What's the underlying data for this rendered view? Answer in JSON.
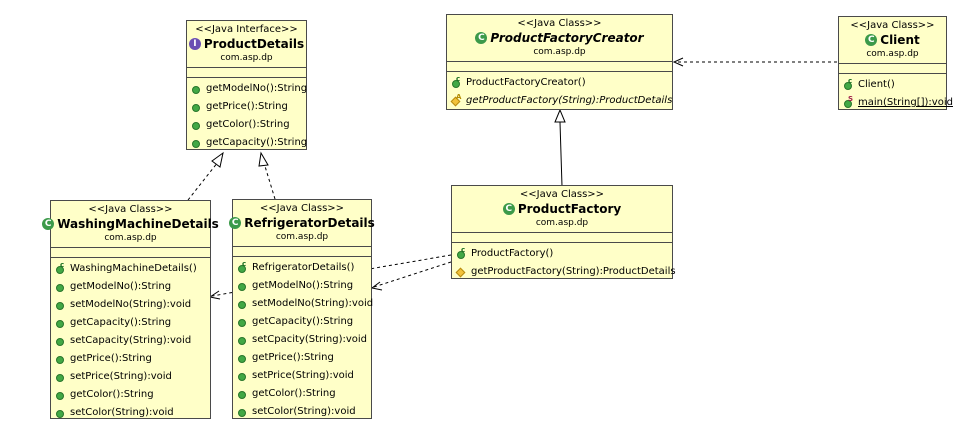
{
  "colors": {
    "box_fill": "#ffffc8",
    "border": "#4a4a4a",
    "edge": "#000000"
  },
  "classes": {
    "product_details": {
      "stereotype": "<<Java Interface>>",
      "badge": "I",
      "icon": "interface-icon",
      "name": "ProductDetails",
      "package": "com.asp.dp",
      "operations": [
        {
          "text": "getModelNo():String",
          "icon": "public-method-icon"
        },
        {
          "text": "getPrice():String",
          "icon": "public-method-icon"
        },
        {
          "text": "getColor():String",
          "icon": "public-method-icon"
        },
        {
          "text": "getCapacity():String",
          "icon": "public-method-icon"
        }
      ]
    },
    "product_factory_creator": {
      "stereotype": "<<Java Class>>",
      "badge": "C",
      "icon": "abstract-class-icon",
      "name": "ProductFactoryCreator",
      "package": "com.asp.dp",
      "operations": [
        {
          "text": "ProductFactoryCreator()",
          "icon": "constructor-icon",
          "mod": "c"
        },
        {
          "text": "getProductFactory(String):ProductDetails",
          "icon": "abstract-method-icon",
          "mod": "A"
        }
      ]
    },
    "client": {
      "stereotype": "<<Java Class>>",
      "badge": "C",
      "icon": "class-icon",
      "name": "Client",
      "package": "com.asp.dp",
      "operations": [
        {
          "text": "Client()",
          "icon": "constructor-icon",
          "mod": "c"
        },
        {
          "text": "main(String[]):void",
          "icon": "static-method-icon",
          "mod": "S"
        }
      ]
    },
    "product_factory": {
      "stereotype": "<<Java Class>>",
      "badge": "C",
      "icon": "class-icon",
      "name": "ProductFactory",
      "package": "com.asp.dp",
      "operations": [
        {
          "text": "ProductFactory()",
          "icon": "constructor-icon",
          "mod": "c"
        },
        {
          "text": "getProductFactory(String):ProductDetails",
          "icon": "protected-method-icon"
        }
      ]
    },
    "washing_machine_details": {
      "stereotype": "<<Java Class>>",
      "badge": "C",
      "icon": "class-icon",
      "name": "WashingMachineDetails",
      "package": "com.asp.dp",
      "operations": [
        {
          "text": "WashingMachineDetails()",
          "icon": "constructor-icon",
          "mod": "c"
        },
        {
          "text": "getModelNo():String",
          "icon": "public-method-icon"
        },
        {
          "text": "setModelNo(String):void",
          "icon": "public-method-icon"
        },
        {
          "text": "getCapacity():String",
          "icon": "public-method-icon"
        },
        {
          "text": "setCapacity(String):void",
          "icon": "public-method-icon"
        },
        {
          "text": "getPrice():String",
          "icon": "public-method-icon"
        },
        {
          "text": "setPrice(String):void",
          "icon": "public-method-icon"
        },
        {
          "text": "getColor():String",
          "icon": "public-method-icon"
        },
        {
          "text": "setColor(String):void",
          "icon": "public-method-icon"
        }
      ]
    },
    "refrigerator_details": {
      "stereotype": "<<Java Class>>",
      "badge": "C",
      "icon": "class-icon",
      "name": "RefrigeratorDetails",
      "package": "com.asp.dp",
      "operations": [
        {
          "text": "RefrigeratorDetails()",
          "icon": "constructor-icon",
          "mod": "c"
        },
        {
          "text": "getModelNo():String",
          "icon": "public-method-icon"
        },
        {
          "text": "setModelNo(String):void",
          "icon": "public-method-icon"
        },
        {
          "text": "getCapacity():String",
          "icon": "public-method-icon"
        },
        {
          "text": "setCpacity(String):void",
          "icon": "public-method-icon"
        },
        {
          "text": "getPrice():String",
          "icon": "public-method-icon"
        },
        {
          "text": "setPrice(String):void",
          "icon": "public-method-icon"
        },
        {
          "text": "getColor():String",
          "icon": "public-method-icon"
        },
        {
          "text": "setColor(String):void",
          "icon": "public-method-icon"
        }
      ]
    }
  },
  "relations": [
    {
      "from": "washing_machine_details",
      "to": "product_details",
      "type": "realization"
    },
    {
      "from": "refrigerator_details",
      "to": "product_details",
      "type": "realization"
    },
    {
      "from": "product_factory",
      "to": "product_factory_creator",
      "type": "generalization"
    },
    {
      "from": "client",
      "to": "product_factory_creator",
      "type": "dependency"
    },
    {
      "from": "product_factory",
      "to": "washing_machine_details",
      "type": "dependency"
    },
    {
      "from": "product_factory",
      "to": "refrigerator_details",
      "type": "dependency"
    }
  ]
}
